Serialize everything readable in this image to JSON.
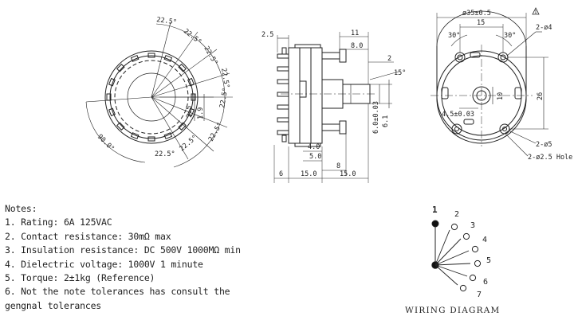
{
  "front_view": {
    "angle_labels": [
      "22.5°",
      "22.5°",
      "22.5°",
      "22.5°",
      "22.5°",
      "22.5°",
      "22.5°",
      "90.0°"
    ],
    "small_dims": [
      "2.5",
      "1.9"
    ]
  },
  "side_view": {
    "top_dims": [
      "2.5",
      "11",
      "8.0",
      "2"
    ],
    "angle_label": "15°",
    "right_dims": [
      "6.0±0.03",
      "6.1"
    ],
    "bottom_dims": [
      "4.0",
      "5.0",
      "8",
      "6",
      "15.0",
      "15.0"
    ]
  },
  "rear_view": {
    "diameter": "ø35±0.5",
    "flag": "1",
    "dims": [
      "15",
      "30°",
      "30°",
      "10",
      "26",
      "4.5±0.03"
    ],
    "callouts": [
      "2-ø4",
      "2-ø5",
      "2-ø2.5 Hole"
    ]
  },
  "notes": {
    "title": "Notes:",
    "lines": [
      "1. Rating: 6A 125VAC",
      "2. Contact resistance: 30mΩ max",
      "3. Insulation resistance: DC 500V 1000MΩ  min",
      "4. Dielectric voltage: 1000V 1 minute",
      "5. Torque: 2±1kg (Reference)",
      "6. Not the note tolerances has consult the",
      "gengnal tolerances"
    ]
  },
  "wiring": {
    "title": "WIRING DIAGRAM",
    "positions": [
      "1",
      "2",
      "3",
      "4",
      "5",
      "6",
      "7"
    ],
    "filled_positions": [
      "1"
    ]
  }
}
